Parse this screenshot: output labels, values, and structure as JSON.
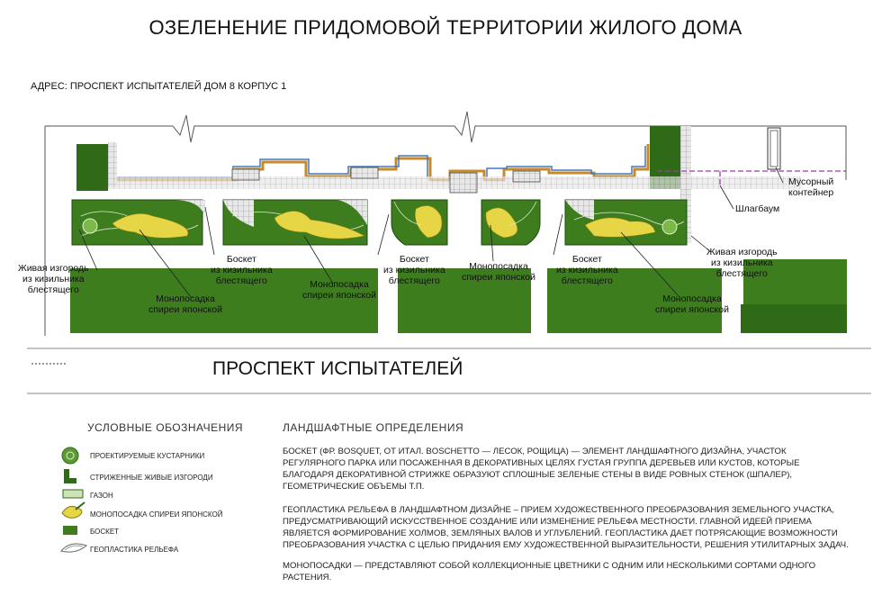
{
  "title": "ОЗЕЛЕНЕНИЕ ПРИДОМОВОЙ ТЕРРИТОРИИ ЖИЛОГО ДОМА",
  "address": "АДРЕС: ПРОСПЕКТ ИСПЫТАТЕЛЕЙ ДОМ 8 КОРПУС 1",
  "colors": {
    "lawn": "#3d7d1e",
    "lawn_light": "#5c9a35",
    "spirea": "#e6d545",
    "hedge": "#2f6b17",
    "paving": "#d9d9d9",
    "boundary": "#9b3fa8"
  },
  "callouts": {
    "hedge_left": [
      "Живая изгородь",
      "из кизильника",
      "блестящего"
    ],
    "bosket_1": [
      "Боскет",
      "из кизильника",
      "блестящего"
    ],
    "spirea_1": [
      "Монопосадка",
      "спиреи японской"
    ],
    "spirea_2": [
      "Монопосадка",
      "спиреи японской"
    ],
    "bosket_2": [
      "Боскет",
      "из кизильника",
      "блестящего"
    ],
    "spirea_3": [
      "Монопосадка",
      "спиреи японской"
    ],
    "bosket_3": [
      "Боскет",
      "из кизильника",
      "блестящего"
    ],
    "spirea_4": [
      "Монопосадка",
      "спиреи японской"
    ],
    "hedge_right": [
      "Живая изгородь",
      "из кизильника",
      "блестящего"
    ],
    "barrier": "Шлагбаум",
    "trash": [
      "Мусорный",
      "контейнер"
    ]
  },
  "street_name": "ПРОСПЕКТ ИСПЫТАТЕЛЕЙ",
  "legend": {
    "title": "УСЛОВНЫЕ ОБОЗНАЧЕНИЯ",
    "items": [
      {
        "icon": "shrub-icon",
        "label": "ПРОЕКТИРУЕМЫЕ КУСТАРНИКИ"
      },
      {
        "icon": "hedge-icon",
        "label": "СТРИЖЕННЫЕ ЖИВЫЕ ИЗГОРОДИ"
      },
      {
        "icon": "lawn-icon",
        "label": "ГАЗОН"
      },
      {
        "icon": "spirea-icon",
        "label": "МОНОПОСАДКА СПИРЕИ ЯПОНСКОЙ"
      },
      {
        "icon": "bosket-icon",
        "label": "БОСКЕТ"
      },
      {
        "icon": "relief-icon",
        "label": "ГЕОПЛАСТИКА РЕЛЬЕФА"
      }
    ]
  },
  "definitions": {
    "title": "ЛАНДШАФТНЫЕ ОПРЕДЕЛЕНИЯ",
    "paragraphs": [
      {
        "lines": [
          "БОСКЕТ (ФР. BOSQUET, ОТ ИТАЛ. BOSCHETTO — ЛЕСОК, РОЩИЦА) — ЭЛЕМЕНТ ЛАНДШАФТНОГО ДИЗАЙНА, УЧАСТОК",
          "РЕГУЛЯРНОГО ПАРКА ИЛИ ПОСАЖЕННАЯ В ДЕКОРАТИВНЫХ ЦЕЛЯХ ГУСТАЯ ГРУППА ДЕРЕВЬЕВ ИЛИ КУСТОВ, КОТОРЫЕ",
          "БЛАГОДАРЯ ДЕКОРАТИВНОЙ СТРИЖКЕ ОБРАЗУЮТ СПЛОШНЫЕ ЗЕЛЕНЫЕ СТЕНЫ В ВИДЕ РОВНЫХ СТЕНОК (ШПАЛЕР),",
          "ГЕОМЕТРИЧЕСКИЕ ОБЪЕМЫ Т.П."
        ]
      },
      {
        "lines": [
          "ГЕОПЛАСТИКА РЕЛЬЕФА В ЛАНДШАФТНОМ ДИЗАЙНЕ – ПРИЕМ ХУДОЖЕСТВЕННОГО ПРЕОБРАЗОВАНИЯ ЗЕМЕЛЬНОГО УЧАСТКА,",
          "ПРЕДУСМАТРИВАЮЩИЙ ИСКУССТВЕННОЕ СОЗДАНИЕ ИЛИ ИЗМЕНЕНИЕ РЕЛЬЕФА МЕСТНОСТИ. ГЛАВНОЙ ИДЕЕЙ ПРИЕМА",
          "ЯВЛЯЕТСЯ ФОРМИРОВАНИЕ ХОЛМОВ, ЗЕМЛЯНЫХ ВАЛОВ И УГЛУБЛЕНИЙ. ГЕОПЛАСТИКА ДАЕТ ПОТРЯСАЮЩИЕ ВОЗМОЖНОСТИ",
          "ПРЕОБРАЗОВАНИЯ УЧАСТКА С ЦЕЛЬЮ ПРИДАНИЯ ЕМУ ХУДОЖЕСТВЕННОЙ ВЫРАЗИТЕЛЬНОСТИ, РЕШЕНИЯ УТИЛИТАРНЫХ ЗАДАЧ."
        ]
      },
      {
        "lines": [
          "МОНОПОСАДКИ — ПРЕДСТАВЛЯЮТ СОБОЙ КОЛЛЕКЦИОННЫЕ ЦВЕТНИКИ С ОДНИМ ИЛИ НЕСКОЛЬКИМИ СОРТАМИ ОДНОГО",
          "РАСТЕНИЯ."
        ]
      }
    ]
  }
}
